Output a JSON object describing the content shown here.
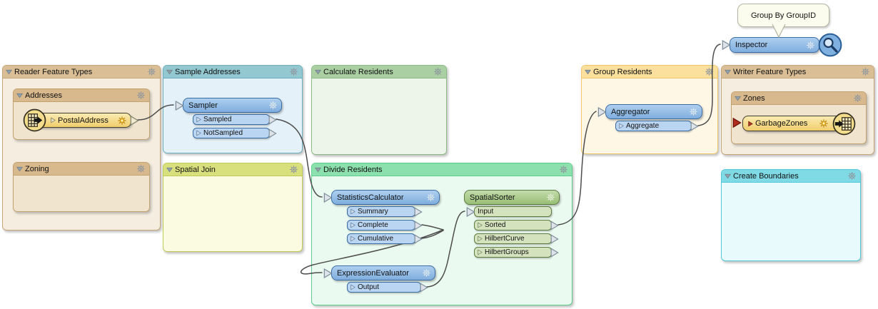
{
  "bookmarks": {
    "reader_feature_types": {
      "title": "Reader Feature Types"
    },
    "addresses": {
      "title": "Addresses"
    },
    "zoning": {
      "title": "Zoning"
    },
    "sample_addresses": {
      "title": "Sample Addresses"
    },
    "spatial_join": {
      "title": "Spatial Join"
    },
    "calculate_residents": {
      "title": "Calculate Residents"
    },
    "divide_residents": {
      "title": "Divide Residents"
    },
    "group_residents": {
      "title": "Group Residents"
    },
    "writer_feature_types": {
      "title": "Writer Feature Types"
    },
    "zones": {
      "title": "Zones"
    },
    "create_boundaries": {
      "title": "Create Boundaries"
    }
  },
  "nodes": {
    "postal_address": {
      "label": "PostalAddress"
    },
    "sampler": {
      "label": "Sampler",
      "ports": {
        "sampled": "Sampled",
        "not_sampled": "NotSampled"
      }
    },
    "statistics_calculator": {
      "label": "StatisticsCalculator",
      "ports": {
        "summary": "Summary",
        "complete": "Complete",
        "cumulative": "Cumulative"
      }
    },
    "spatial_sorter": {
      "label": "SpatialSorter",
      "ports": {
        "input": "Input",
        "sorted": "Sorted",
        "hilbert_curve": "HilbertCurve",
        "hilbert_groups": "HilbertGroups"
      }
    },
    "expression_evaluator": {
      "label": "ExpressionEvaluator",
      "ports": {
        "output": "Output"
      }
    },
    "aggregator": {
      "label": "Aggregator",
      "ports": {
        "aggregate": "Aggregate"
      }
    },
    "inspector": {
      "label": "Inspector"
    },
    "garbage_zones": {
      "label": "GarbageZones"
    }
  },
  "annotation": {
    "text": "Group By GroupID"
  },
  "colors": {
    "transformer_blue": "#7FAEDE",
    "transformer_green": "#98BF77",
    "reader_writer_yellow": "#F1CE6D",
    "wire": "#4d4d4d",
    "annotation_bg": "#FCFCEE",
    "unconnected_red": "#B22D1D"
  }
}
